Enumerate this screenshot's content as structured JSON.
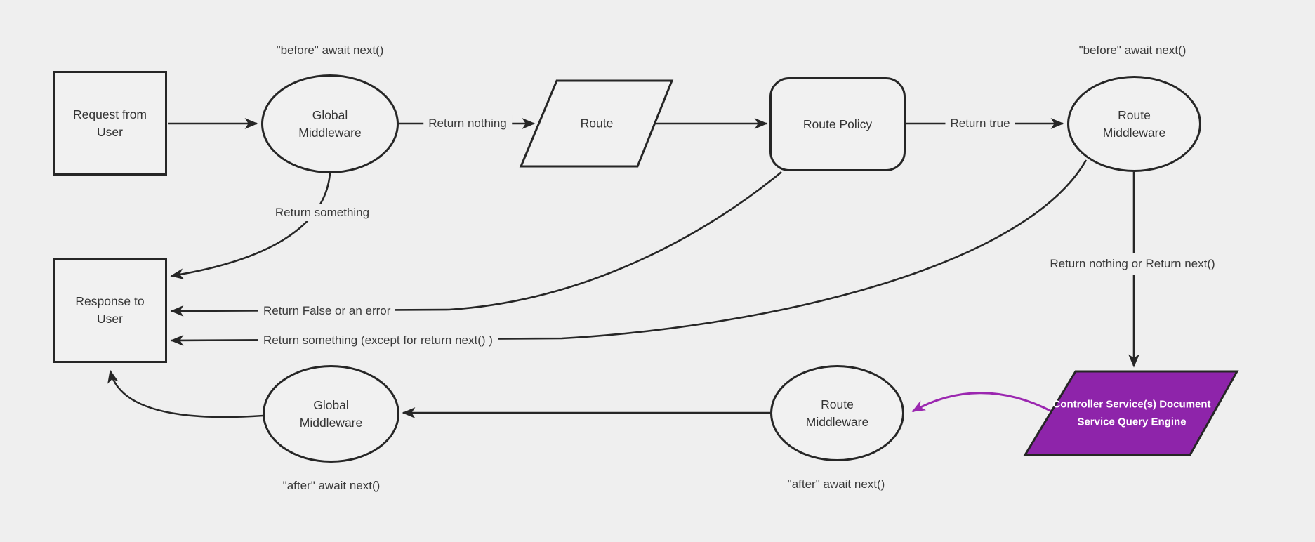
{
  "diagram": {
    "title_hint": "middleware request lifecycle flowchart",
    "colors": {
      "background": "#efefef",
      "node_fill": "#f1f1f1",
      "stroke": "#262626",
      "text": "#333333",
      "purple_fill": "#8e24aa",
      "purple_arrow": "#9b27b0",
      "purple_node_text": "#ffffff"
    },
    "nodes": {
      "request_from_user": {
        "shape": "rectangle",
        "lines": [
          "Request from",
          "User"
        ]
      },
      "response_to_user": {
        "shape": "rectangle",
        "lines": [
          "Response to",
          "User"
        ]
      },
      "global_middleware_top": {
        "shape": "ellipse",
        "lines": [
          "Global",
          "Middleware"
        ]
      },
      "global_middleware_bottom": {
        "shape": "ellipse",
        "lines": [
          "Global",
          "Middleware"
        ]
      },
      "route": {
        "shape": "parallelogram",
        "label": "Route"
      },
      "route_policy": {
        "shape": "rounded-rectangle",
        "label": "Route Policy"
      },
      "route_middleware_top": {
        "shape": "ellipse",
        "lines": [
          "Route",
          "Middleware"
        ]
      },
      "route_middleware_bottom": {
        "shape": "ellipse",
        "lines": [
          "Route",
          "Middleware"
        ]
      },
      "controller_services": {
        "shape": "parallelogram",
        "lines": [
          "Controller",
          "Service(s)",
          "Document Service",
          "Query Engine"
        ]
      }
    },
    "edge_labels": {
      "before_await_left": "\"before\" await next()",
      "before_await_right": "\"before\" await next()",
      "after_await_left": "\"after\" await next()",
      "after_await_right": "\"after\" await next()",
      "return_nothing": "Return nothing",
      "return_true": "Return true",
      "return_something": "Return something",
      "return_false_or_error": "Return False or an error",
      "return_something_except": "Return something (except for return next() )",
      "return_nothing_or": {
        "lines": [
          "Return nothing",
          "or",
          "Return next()"
        ]
      }
    }
  }
}
